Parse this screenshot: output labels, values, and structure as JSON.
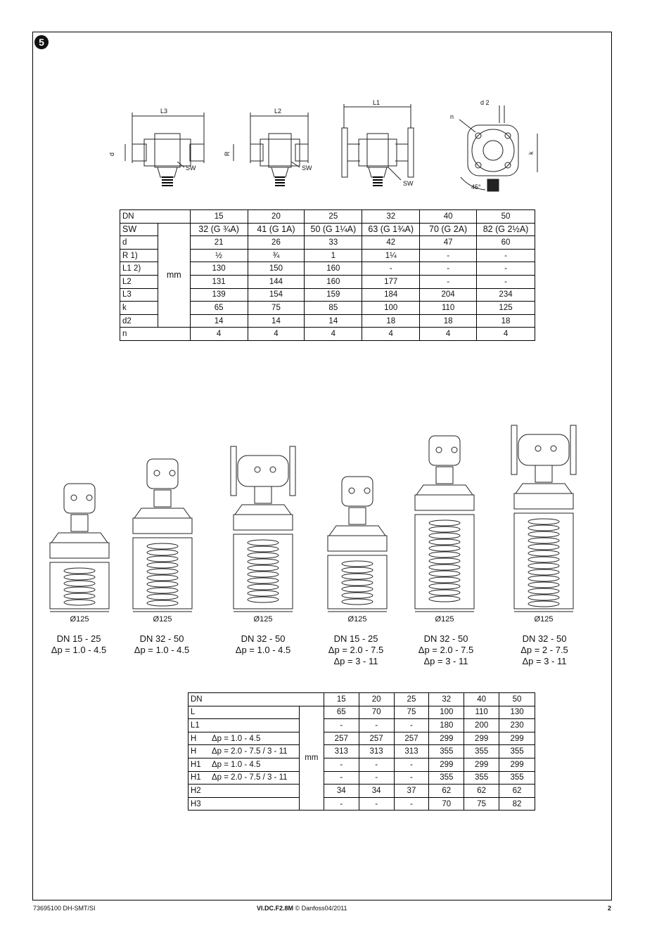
{
  "section_number": "5",
  "upper_drawings": {
    "labels": [
      "L3",
      "L2",
      "L1",
      "d",
      "R",
      "SW",
      "SW",
      "SW",
      "n",
      "d 2",
      "k",
      "45°"
    ]
  },
  "table1": {
    "header": [
      "DN",
      "15",
      "20",
      "25",
      "32",
      "40",
      "50"
    ],
    "unit": "mm",
    "rows": [
      {
        "label": "SW",
        "values": [
          "32 (G ¾A)",
          "41 (G 1A)",
          "50 (G 1¼A)",
          "63 (G 1¾A)",
          "70 (G 2A)",
          "82 (G 2½A)"
        ]
      },
      {
        "label": "d",
        "values": [
          "21",
          "26",
          "33",
          "42",
          "47",
          "60"
        ]
      },
      {
        "label": "R 1)",
        "values": [
          "½",
          "¾",
          "1",
          "1¼",
          "-",
          "-"
        ]
      },
      {
        "label": "L1 2)",
        "values": [
          "130",
          "150",
          "160",
          "-",
          "-",
          "-"
        ]
      },
      {
        "label": "L2",
        "values": [
          "131",
          "144",
          "160",
          "177",
          "-",
          "-"
        ]
      },
      {
        "label": "L3",
        "values": [
          "139",
          "154",
          "159",
          "184",
          "204",
          "234"
        ]
      },
      {
        "label": "k",
        "values": [
          "65",
          "75",
          "85",
          "100",
          "110",
          "125"
        ]
      },
      {
        "label": "d2",
        "values": [
          "14",
          "14",
          "14",
          "18",
          "18",
          "18"
        ]
      },
      {
        "label": "n",
        "values": [
          "4",
          "4",
          "4",
          "4",
          "4",
          "4"
        ]
      }
    ]
  },
  "actuators": [
    {
      "diameter": "Ø125",
      "dn": "DN 15 - 25",
      "dp": [
        "Δp = 1.0 - 4.5"
      ]
    },
    {
      "diameter": "Ø125",
      "dn": "DN 32 - 50",
      "dp": [
        "Δp = 1.0 - 4.5"
      ]
    },
    {
      "diameter": "Ø125",
      "dn": "DN 32 - 50",
      "dp": [
        "Δp = 1.0 - 4.5"
      ]
    },
    {
      "diameter": "Ø125",
      "dn": "DN 15 - 25",
      "dp": [
        "Δp = 2.0 - 7.5",
        "Δp = 3 - 11"
      ]
    },
    {
      "diameter": "Ø125",
      "dn": "DN 32 - 50",
      "dp": [
        "Δp = 2.0 - 7.5",
        "Δp = 3 - 11"
      ]
    },
    {
      "diameter": "Ø125",
      "dn": "DN 32 - 50",
      "dp": [
        "Δp = 2 - 7.5",
        "Δp = 3 - 11"
      ]
    }
  ],
  "table2": {
    "header": [
      "DN",
      "15",
      "20",
      "25",
      "32",
      "40",
      "50"
    ],
    "unit": "mm",
    "rows": [
      {
        "label": "L",
        "sub": "",
        "values": [
          "65",
          "70",
          "75",
          "100",
          "110",
          "130"
        ]
      },
      {
        "label": "L1",
        "sub": "",
        "values": [
          "-",
          "-",
          "-",
          "180",
          "200",
          "230"
        ]
      },
      {
        "label": "H",
        "sub": "Δp = 1.0 - 4.5",
        "values": [
          "257",
          "257",
          "257",
          "299",
          "299",
          "299"
        ]
      },
      {
        "label": "H",
        "sub": "Δp = 2.0 - 7.5 / 3 - 11",
        "values": [
          "313",
          "313",
          "313",
          "355",
          "355",
          "355"
        ]
      },
      {
        "label": "H1",
        "sub": "Δp = 1.0 - 4.5",
        "values": [
          "-",
          "-",
          "-",
          "299",
          "299",
          "299"
        ]
      },
      {
        "label": "H1",
        "sub": "Δp = 2.0 - 7.5 / 3 - 11",
        "values": [
          "-",
          "-",
          "-",
          "355",
          "355",
          "355"
        ]
      },
      {
        "label": "H2",
        "sub": "",
        "values": [
          "34",
          "34",
          "37",
          "62",
          "62",
          "62"
        ]
      },
      {
        "label": "H3",
        "sub": "",
        "values": [
          "-",
          "-",
          "-",
          "70",
          "75",
          "82"
        ]
      }
    ]
  },
  "footer": {
    "doc_code": "73695100 DH-SMT/SI",
    "ref": "VI.DC.F2.8M",
    "copyright": "© Danfoss04/2011",
    "page": "2"
  }
}
